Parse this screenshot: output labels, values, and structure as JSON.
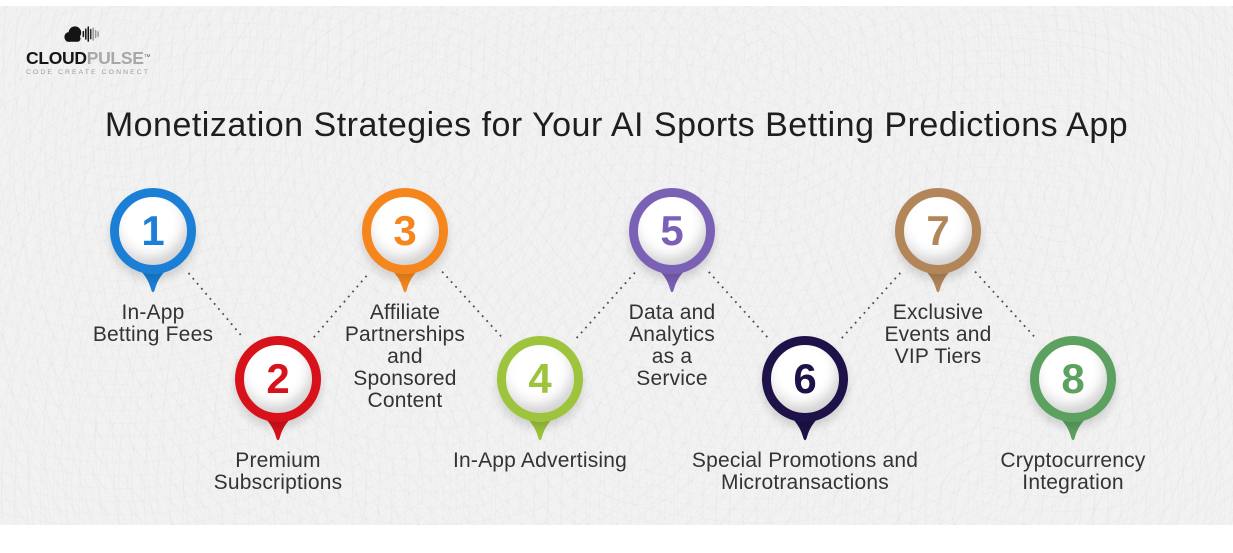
{
  "logo": {
    "cloud_text": "CLOUD",
    "pulse_text": "PULSE",
    "trademark": "™",
    "tagline": "CODE CREATE CONNECT"
  },
  "title": {
    "text": "Monetization Strategies for Your AI Sports Betting Predictions App"
  },
  "steps": [
    {
      "number": "1",
      "label": "In-App\nBetting Fees",
      "color": "#1a7fd5"
    },
    {
      "number": "2",
      "label": "Premium\nSubscriptions",
      "color": "#d8121b"
    },
    {
      "number": "3",
      "label": "Affiliate\nPartnerships\nand\nSponsored\nContent",
      "color": "#f5861d"
    },
    {
      "number": "4",
      "label": "In-App Advertising",
      "color": "#9ec43d"
    },
    {
      "number": "5",
      "label": "Data and\nAnalytics\nas a\nService",
      "color": "#7b61b5"
    },
    {
      "number": "6",
      "label": "Special Promotions and\nMicrotransactions",
      "color": "#1e1248"
    },
    {
      "number": "7",
      "label": "Exclusive\nEvents and\nVIP Tiers",
      "color": "#b3865a"
    },
    {
      "number": "8",
      "label": "Cryptocurrency\nIntegration",
      "color": "#5da161"
    }
  ],
  "connector_color": "#4c4c4c"
}
